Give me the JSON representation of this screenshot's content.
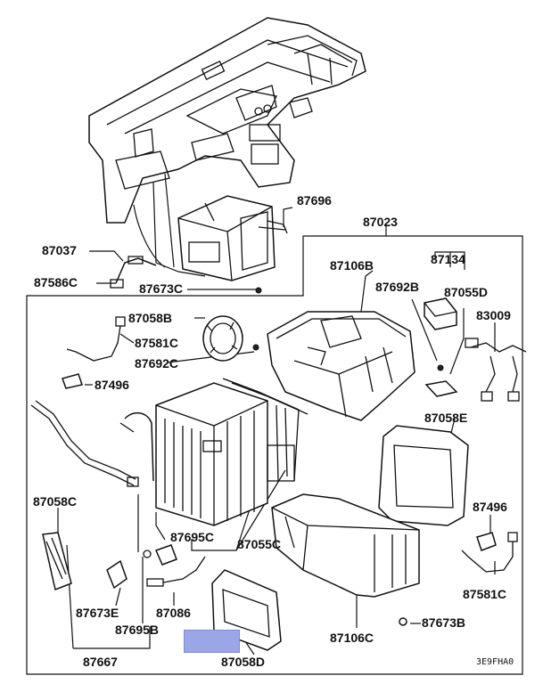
{
  "labels": {
    "p87696": "87696",
    "p87023": "87023",
    "p87037": "87037",
    "p87586C": "87586C",
    "p87673C": "87673C",
    "p87106B": "87106B",
    "p87134": "87134",
    "p87692B": "87692B",
    "p87055D": "87055D",
    "p87058B": "87058B",
    "p83009": "83009",
    "p87581C_top": "87581C",
    "p87692C": "87692C",
    "p87496_top": "87496",
    "p87058E": "87058E",
    "p87058C": "87058C",
    "p87695C": "87695C",
    "p87055C": "87055C",
    "p87496_right": "87496",
    "p87581C_right": "87581C",
    "p87673E": "87673E",
    "p87086": "87086",
    "p87695B": "87695B",
    "p87673B": "87673B",
    "p87106C": "87106C",
    "p87667": "87667",
    "p87058D": "87058D"
  },
  "diagram_code": "3E9FHA0"
}
